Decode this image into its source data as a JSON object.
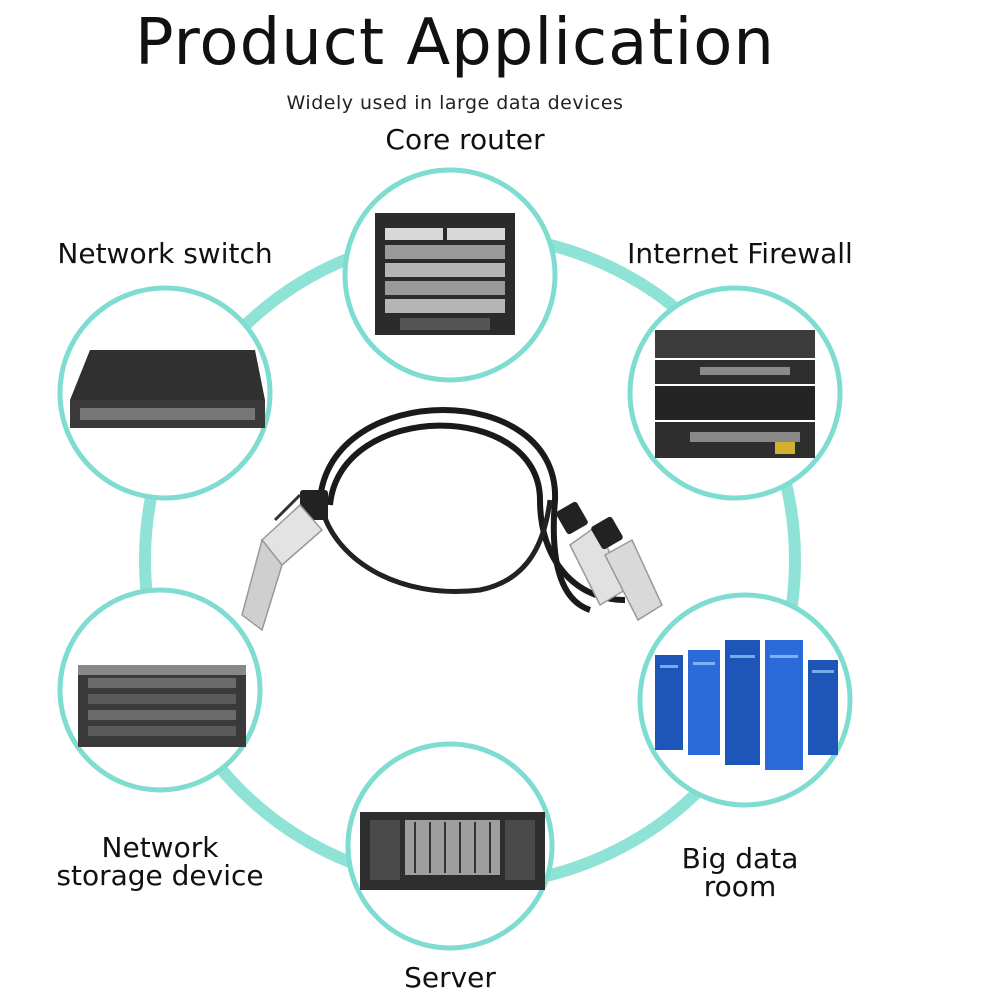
{
  "header": {
    "title": "Product Application",
    "subtitle": "Widely used in large data devices"
  },
  "nodes": {
    "core_router": {
      "label": "Core router"
    },
    "network_switch": {
      "label": "Network switch"
    },
    "internet_firewall": {
      "label": "Internet Firewall"
    },
    "network_storage": {
      "label_line1": "Network",
      "label_line2": "storage device"
    },
    "big_data_room": {
      "label_line1": "Big data",
      "label_line2": "room"
    },
    "server": {
      "label": "Server"
    }
  },
  "colors": {
    "ring": "#8ee3d6",
    "node_border": "#7fdcd0",
    "cable": "#1a1a1a",
    "connector": "#bdbdbd",
    "device_dark": "#2b2b2b",
    "datacenter_blue": "#2a6bd9"
  }
}
